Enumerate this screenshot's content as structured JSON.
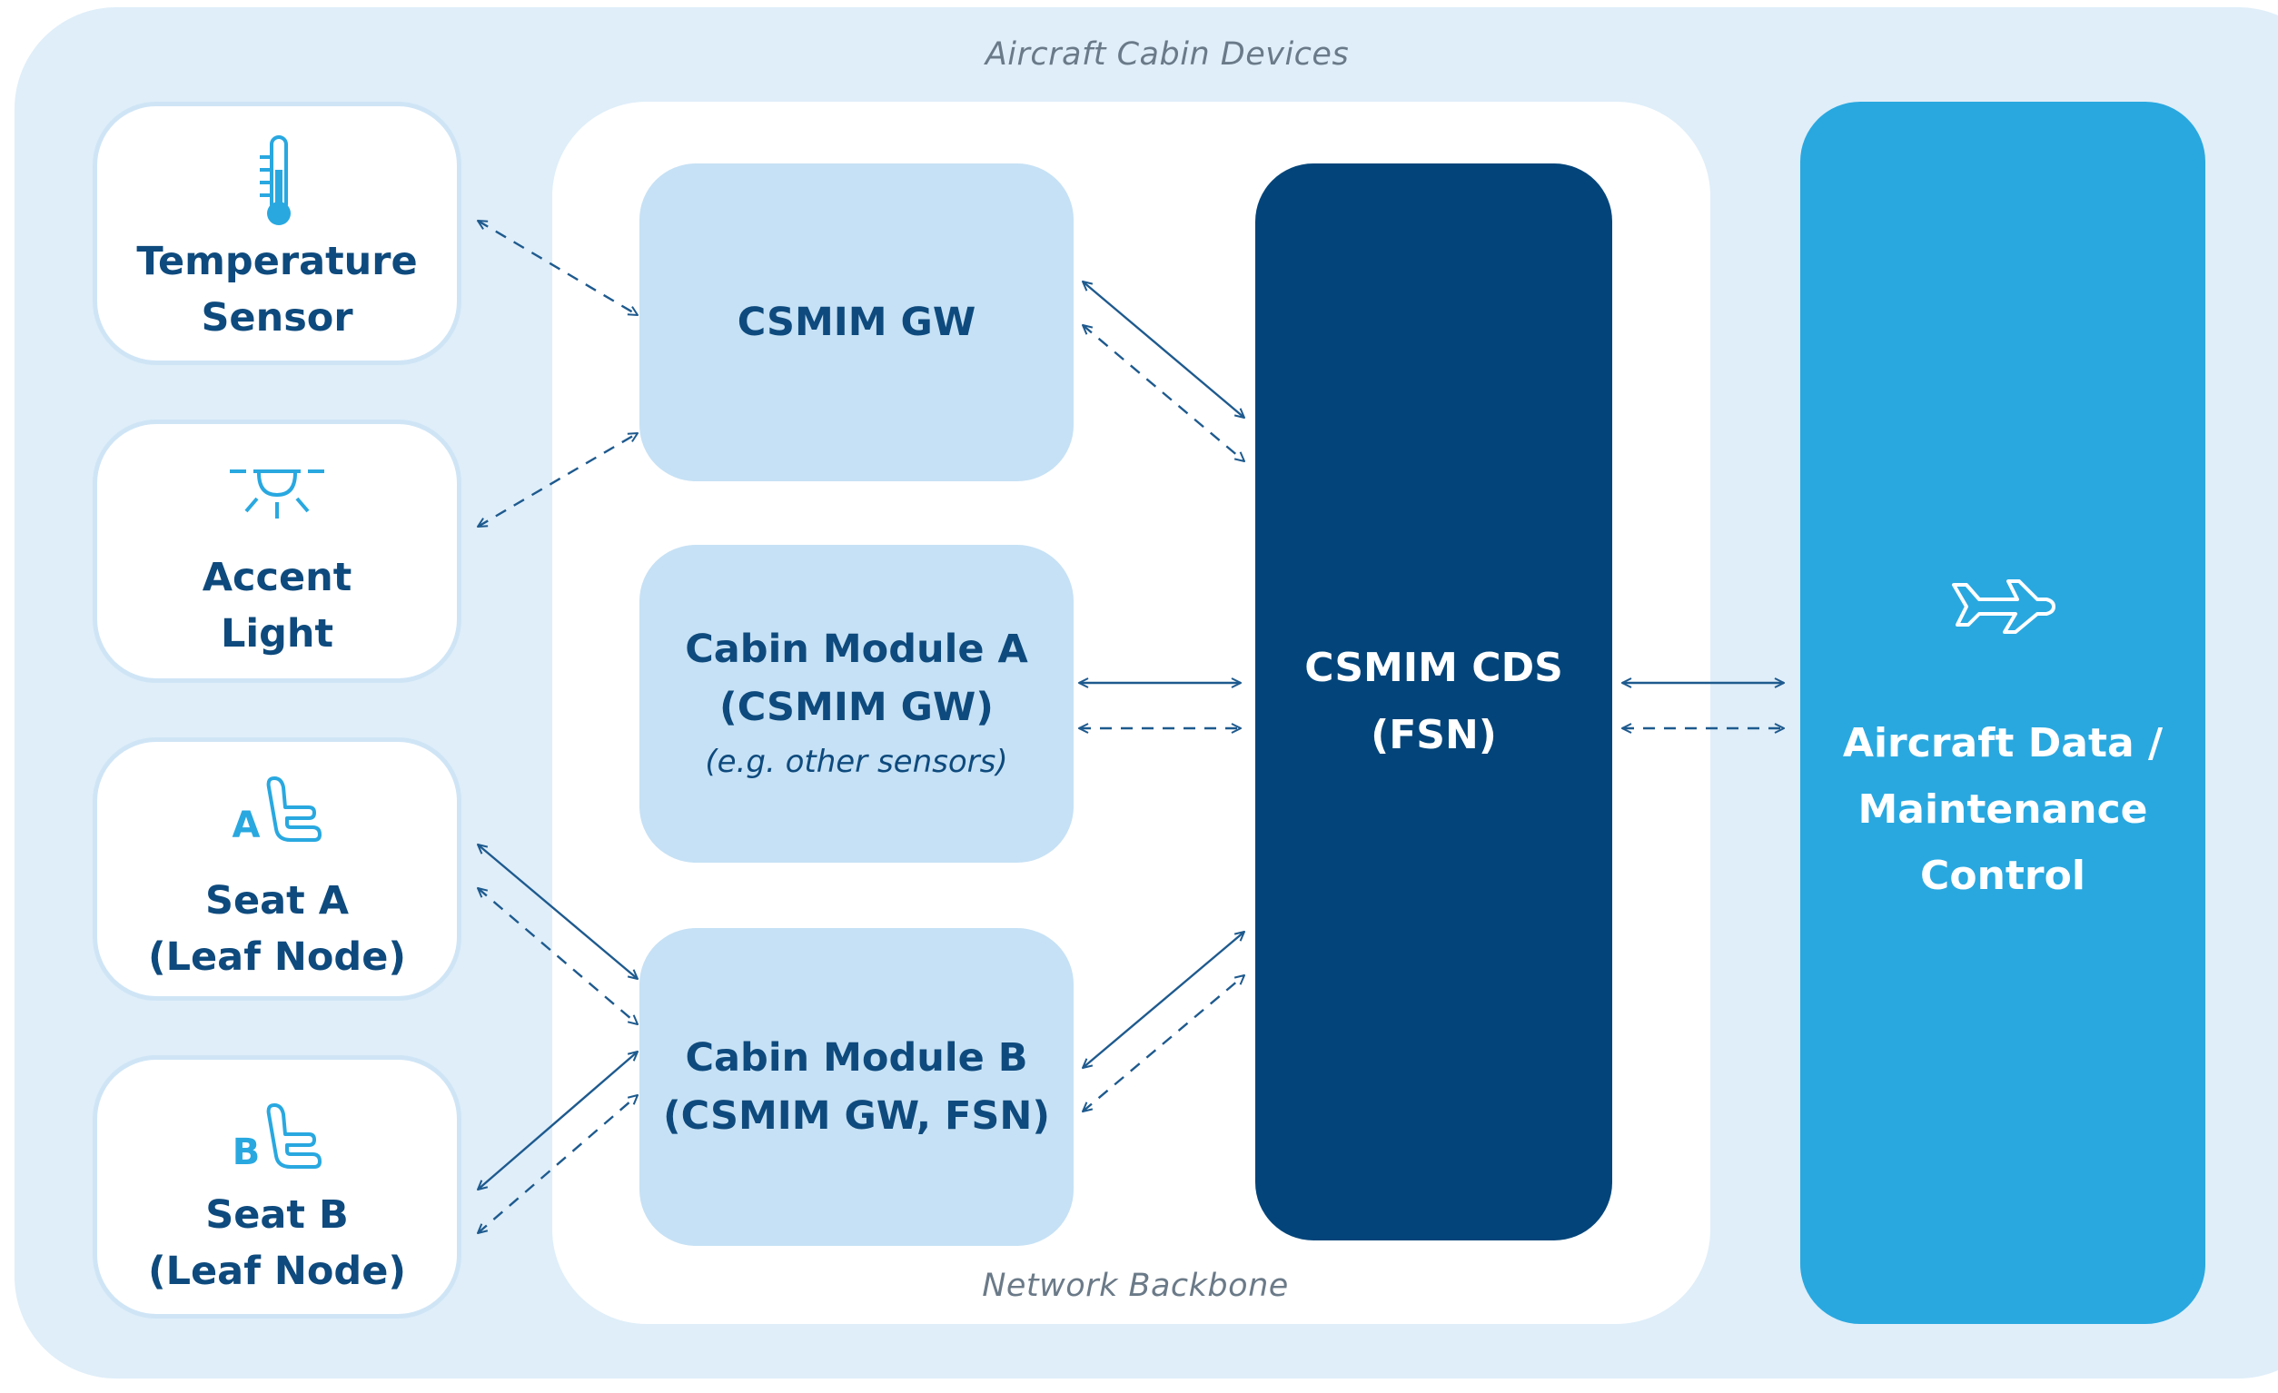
{
  "captions": {
    "outer": "Aircraft Cabin Devices",
    "backbone": "Network Backbone"
  },
  "devices": [
    {
      "lines": [
        "Temperature",
        "Sensor"
      ],
      "icon": "thermometer-icon"
    },
    {
      "lines": [
        "Accent",
        "Light"
      ],
      "icon": "ceiling-light-icon"
    },
    {
      "lines": [
        "Seat A",
        "(Leaf Node)"
      ],
      "icon": "seat-icon",
      "badge": "A"
    },
    {
      "lines": [
        "Seat B",
        "(Leaf Node)"
      ],
      "icon": "seat-icon",
      "badge": "B"
    }
  ],
  "modules": [
    {
      "lines": [
        "CSMIM GW"
      ],
      "note": ""
    },
    {
      "lines": [
        "Cabin Module A",
        "(CSMIM GW)"
      ],
      "note": "(e.g. other sensors)"
    },
    {
      "lines": [
        "Cabin Module B",
        "(CSMIM GW, FSN)"
      ],
      "note": ""
    }
  ],
  "cds": {
    "lines": [
      "CSMIM CDS",
      "(FSN)"
    ]
  },
  "control": {
    "lines": [
      "Aircraft Data /",
      "Maintenance",
      "Control"
    ],
    "icon": "airplane-icon"
  },
  "colors": {
    "outer_bg": "#dfeef9",
    "device_border": "#cfe5f6",
    "module_bg": "#c6e1f5",
    "cds_bg": "#03457a",
    "control_bg": "#29a8e0",
    "text_dark": "#0e4a7d",
    "icon_blue": "#29a8e0",
    "arrow": "#1e5a8e"
  }
}
